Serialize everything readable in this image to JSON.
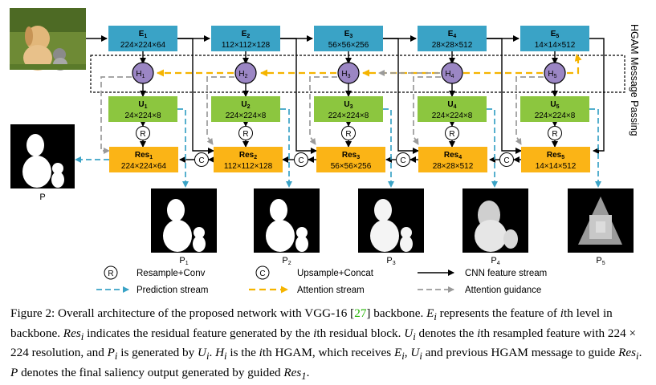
{
  "encoders": [
    {
      "name": "E",
      "sub": "1",
      "dims": "224×224×64"
    },
    {
      "name": "E",
      "sub": "2",
      "dims": "112×112×128"
    },
    {
      "name": "E",
      "sub": "3",
      "dims": "56×56×256"
    },
    {
      "name": "E",
      "sub": "4",
      "dims": "28×28×512"
    },
    {
      "name": "E",
      "sub": "5",
      "dims": "14×14×512"
    }
  ],
  "hgam": [
    {
      "name": "H",
      "sub": "1"
    },
    {
      "name": "H",
      "sub": "2"
    },
    {
      "name": "H",
      "sub": "3"
    },
    {
      "name": "H",
      "sub": "4"
    },
    {
      "name": "H",
      "sub": "5"
    }
  ],
  "resampled": [
    {
      "name": "U",
      "sub": "1",
      "dims": "24×224×8"
    },
    {
      "name": "U",
      "sub": "2",
      "dims": "224×224×8"
    },
    {
      "name": "U",
      "sub": "3",
      "dims": "224×224×8"
    },
    {
      "name": "U",
      "sub": "4",
      "dims": "224×224×8"
    },
    {
      "name": "U",
      "sub": "5",
      "dims": "224×224×8"
    }
  ],
  "residual": [
    {
      "name": "Res",
      "sub": "1",
      "dims": "224×224×64"
    },
    {
      "name": "Res",
      "sub": "2",
      "dims": "112×112×128"
    },
    {
      "name": "Res",
      "sub": "3",
      "dims": "56×56×256"
    },
    {
      "name": "Res",
      "sub": "4",
      "dims": "28×28×512"
    },
    {
      "name": "Res",
      "sub": "5",
      "dims": "14×14×512"
    }
  ],
  "r_symbol": "R",
  "c_symbol": "C",
  "predictions": [
    {
      "name": "P",
      "sub": "1"
    },
    {
      "name": "P",
      "sub": "2"
    },
    {
      "name": "P",
      "sub": "3"
    },
    {
      "name": "P",
      "sub": "4"
    },
    {
      "name": "P",
      "sub": "5"
    }
  ],
  "final_output": "P",
  "hgam_side_label": "HGAM Message Passing",
  "legend": {
    "resample": "Resample+Conv",
    "upsample": "Upsample+Concat",
    "cnn": "CNN feature stream",
    "prediction": "Prediction stream",
    "attention": "Attention stream",
    "guidance": "Attention guidance"
  },
  "colors": {
    "encoder": "#3aa3c6",
    "hgam": "#9b86c4",
    "resampled": "#8cc63f",
    "residual": "#fbb416",
    "prediction_arrow": "#3aa3c6",
    "attention_arrow": "#f5b400",
    "guidance_arrow": "#9a9a9a",
    "cnn_arrow": "#000000"
  },
  "caption": {
    "s1": "Figure 2: Overall architecture of the proposed network with VGG-16 [",
    "ref": "27",
    "s2": "] backbone. ",
    "v1": "E",
    "v1sub": "i",
    "s3": " represents the feature of ",
    "v2": "i",
    "s4": "th level in backbone. ",
    "v3": "Res",
    "v3sub": "i",
    "s5": " indicates the residual feature generated by the ",
    "v4": "i",
    "s6": "th residual block. ",
    "v5": "U",
    "v5sub": "i",
    "s7": " denotes the ",
    "v6": "i",
    "s8": "th resampled feature with 224 × 224 resolution, and ",
    "v7": "P",
    "v7sub": "i",
    "s9": " is generated by ",
    "v8": "U",
    "v8sub": "i",
    "s10": ". ",
    "v9": "H",
    "v9sub": "i",
    "s11": " is the ",
    "v10": "i",
    "s12": "th HGAM, which receives ",
    "v11": "E",
    "v11sub": "i",
    "s13": ", ",
    "v12": "U",
    "v12sub": "i",
    "s14": " and previous HGAM message to guide ",
    "v13": "Res",
    "v13sub": "i",
    "s15": ". ",
    "v14": "P",
    "s16": " denotes the final saliency output generated by guided ",
    "v15": "Res",
    "v15sub": "1",
    "s17": "."
  }
}
